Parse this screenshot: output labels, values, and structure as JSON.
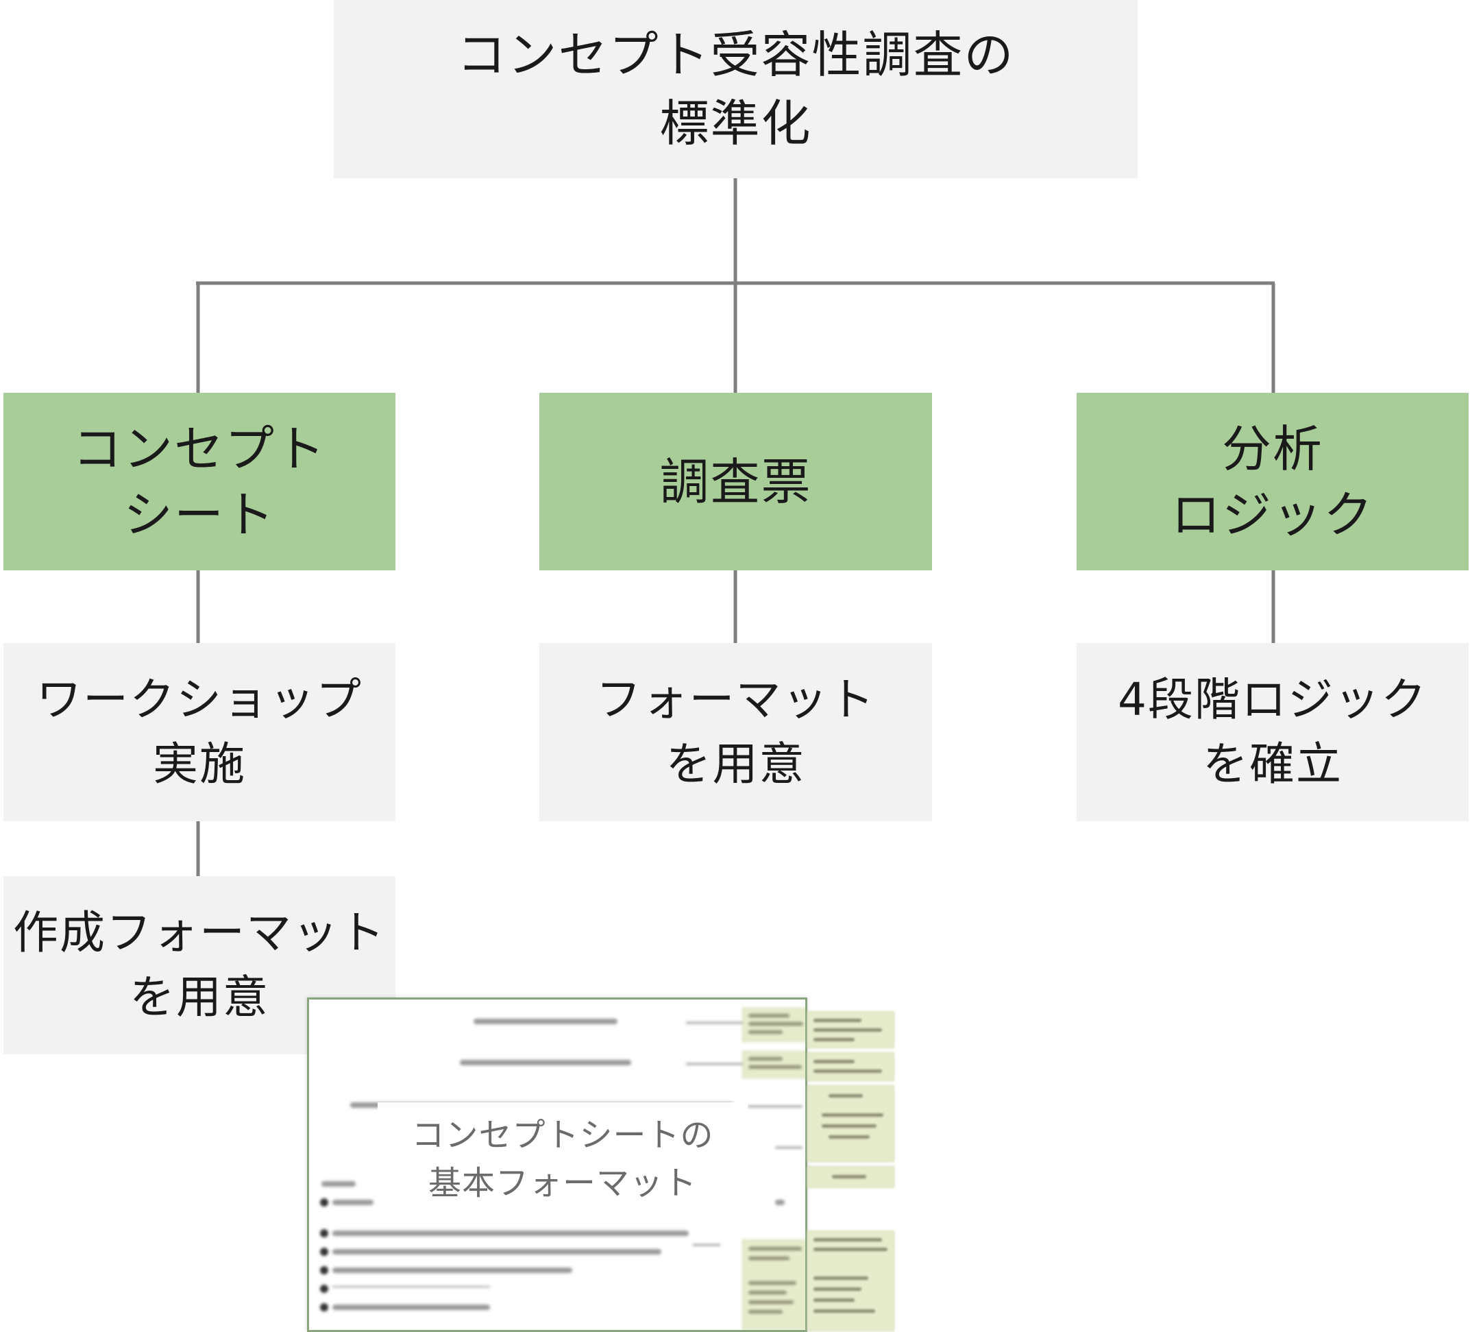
{
  "diagram": {
    "root": {
      "label": "コンセプト受容性調査の\n標準化"
    },
    "branches": [
      {
        "label": "コンセプト\nシート",
        "color": "#a9cd99"
      },
      {
        "label": "調査票",
        "color": "#a9cd99"
      },
      {
        "label": "分析\nロジック",
        "color": "#a9cd99"
      }
    ],
    "details": [
      {
        "label": "ワークショップ\n実施"
      },
      {
        "label": "作成フォーマット\nを用意"
      },
      {
        "label": "フォーマット\nを用意"
      },
      {
        "label": "4段階ロジック\nを確立"
      }
    ],
    "thumbnail": {
      "caption": "コンセプトシートの\n基本フォーマット"
    },
    "colors": {
      "box_gray": "#f2f2f2",
      "box_green": "#a9cd99",
      "connector": "#7f7f7f"
    }
  }
}
